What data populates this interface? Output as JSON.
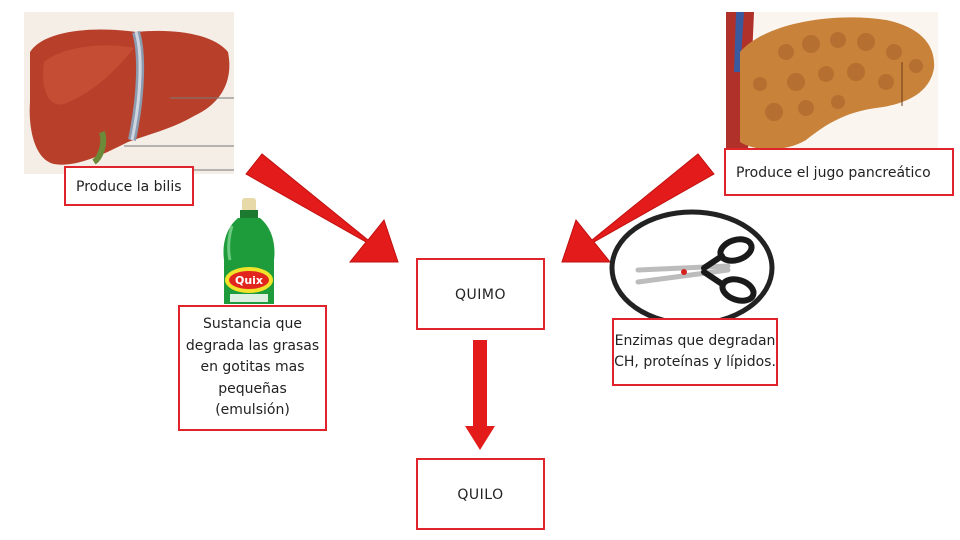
{
  "labels": {
    "liver": "Produce la bilis",
    "pancreas": "Produce el jugo pancreático",
    "detergent": "Sustancia que degrada las grasas en gotitas mas pequeñas (emulsión)",
    "enzymes": "Enzimas que degradan CH, proteínas y lípidos.",
    "quimo": "QUIMO",
    "quilo": "QUILO"
  },
  "images": {
    "liver": "liver-illustration",
    "pancreas": "pancreas-illustration",
    "detergent": "detergent-bottle",
    "detergent_logo": "Quix",
    "scissors": "scissors-icon"
  },
  "colors": {
    "arrow": "#e31b1b",
    "box_border": "#e0242c",
    "liver": "#b8402b",
    "pancreas": "#c9823a",
    "bottle": "#1e9b3a"
  }
}
